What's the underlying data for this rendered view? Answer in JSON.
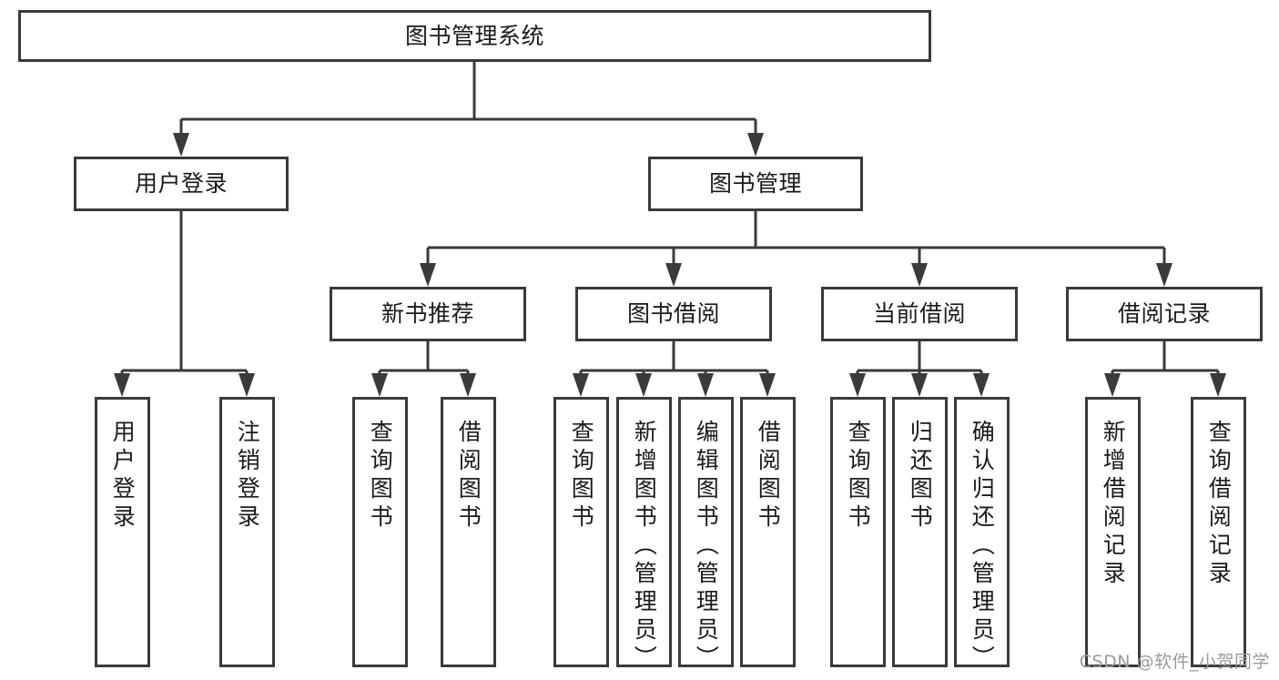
{
  "diagram": {
    "type": "tree-hierarchy",
    "title": "图书管理系统",
    "watermark": "CSDN @软件_小贺同学",
    "colors": {
      "box_border": "#3a3a3a",
      "box_fill": "#ffffff",
      "text": "#1a1a1a",
      "connector": "#3a3a3a",
      "watermark": "#9a9a9a"
    },
    "nodes": {
      "root": {
        "label": "图书管理系统",
        "orientation": "horizontal"
      },
      "l2": [
        {
          "id": "user-login",
          "label": "用户登录",
          "orientation": "horizontal"
        },
        {
          "id": "book-manage",
          "label": "图书管理",
          "orientation": "horizontal"
        }
      ],
      "l3": [
        {
          "id": "new-book-rec",
          "label": "新书推荐",
          "orientation": "horizontal"
        },
        {
          "id": "book-borrow",
          "label": "图书借阅",
          "orientation": "horizontal"
        },
        {
          "id": "current-borrow",
          "label": "当前借阅",
          "orientation": "horizontal"
        },
        {
          "id": "borrow-record",
          "label": "借阅记录",
          "orientation": "horizontal"
        }
      ],
      "leaves": [
        {
          "id": "leaf-user-login",
          "label": "用户登录",
          "parent": "user-login",
          "orientation": "vertical"
        },
        {
          "id": "leaf-user-logout",
          "label": "注销登录",
          "parent": "user-login",
          "orientation": "vertical"
        },
        {
          "id": "leaf-query-book-1",
          "label": "查询图书",
          "parent": "new-book-rec",
          "orientation": "vertical"
        },
        {
          "id": "leaf-borrow-book-1",
          "label": "借阅图书",
          "parent": "new-book-rec",
          "orientation": "vertical"
        },
        {
          "id": "leaf-query-book-2",
          "label": "查询图书",
          "parent": "book-borrow",
          "orientation": "vertical"
        },
        {
          "id": "leaf-add-book",
          "label": "新增图书（管理员）",
          "parent": "book-borrow",
          "orientation": "vertical"
        },
        {
          "id": "leaf-edit-book",
          "label": "编辑图书（管理员）",
          "parent": "book-borrow",
          "orientation": "vertical"
        },
        {
          "id": "leaf-borrow-book-2",
          "label": "借阅图书",
          "parent": "book-borrow",
          "orientation": "vertical"
        },
        {
          "id": "leaf-query-book-3",
          "label": "查询图书",
          "parent": "current-borrow",
          "orientation": "vertical"
        },
        {
          "id": "leaf-return-book",
          "label": "归还图书",
          "parent": "current-borrow",
          "orientation": "vertical"
        },
        {
          "id": "leaf-confirm-return",
          "label": "确认归还（管理员）",
          "parent": "current-borrow",
          "orientation": "vertical"
        },
        {
          "id": "leaf-add-record",
          "label": "新增借阅记录",
          "parent": "borrow-record",
          "orientation": "vertical"
        },
        {
          "id": "leaf-query-record",
          "label": "查询借阅记录",
          "parent": "borrow-record",
          "orientation": "vertical"
        }
      ]
    }
  }
}
